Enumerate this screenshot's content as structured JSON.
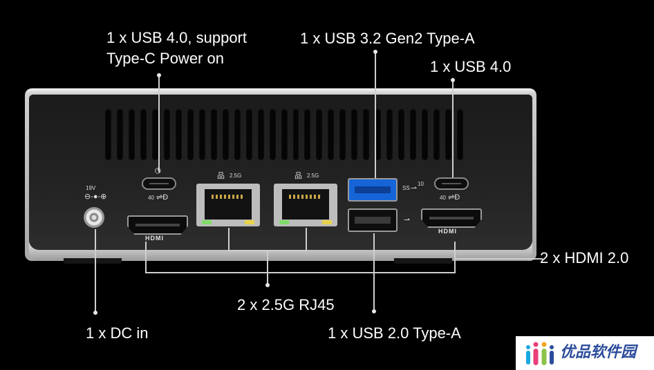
{
  "labels": {
    "usb4_power": "1 x USB 4.0, support Type-C Power on",
    "usb32": "1 x USB 3.2 Gen2 Type-A",
    "usb4": "1 x USB 4.0",
    "hdmi": "2 x HDMI 2.0",
    "rj45": "2 x 2.5G RJ45",
    "dc": "1 x DC in",
    "usb20": "1 x USB 2.0 Type-A"
  },
  "device": {
    "dc_voltage": "19V",
    "hdmi_mark": "HDMI",
    "lan_speed": "2.5G",
    "usb4_badge": "40",
    "ss_badge": "SS",
    "ss_speed": "10"
  },
  "watermark": {
    "text": "优品软件园"
  },
  "colors": {
    "background": "#000000",
    "chassis": "#b8b8b8",
    "usb3_blue": "#1565d8",
    "watermark_text": "#2b4c9b"
  }
}
